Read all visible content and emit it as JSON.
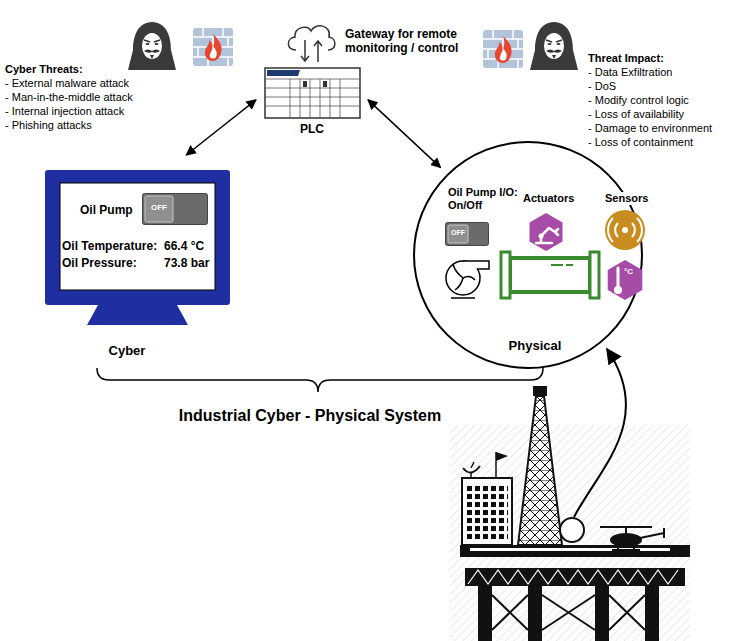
{
  "diagram": {
    "nodes": [
      {
        "text": [
          "PLC"
        ]
      },
      {
        "text": [
          "Oil Pump",
          "Oil Temperature:",
          "66.4 °C",
          "Oil Pressure:",
          "73.8 bar",
          "Cyber"
        ]
      },
      {
        "text": [
          "OFF"
        ],
        "in": 1
      },
      {
        "text": [
          "Oil Pump I/O: On/Off",
          "Actuators",
          "Sensors",
          "Physical"
        ]
      },
      {
        "text": [
          "OFF"
        ],
        "in": 3
      }
    ],
    "edges": [
      {
        "from": 0,
        "to": 1,
        "arrow": "both"
      },
      {
        "from": 0,
        "to": 3,
        "arrow": "both"
      }
    ],
    "labels": [
      "Gateway for remote monitoring / control",
      "Cyber Threats:",
      "- External malware attack",
      "- Man-in-the-middle attack",
      "- Internal injection attack",
      "- Phishing attacks",
      "Threat Impact:",
      "- Data Exfiltration",
      "- DoS",
      "- Modify control logic",
      "- Loss of availability",
      "- Damage to environment",
      "- Loss of containment",
      "Industrial Cyber - Physical System",
      "°C"
    ]
  }
}
